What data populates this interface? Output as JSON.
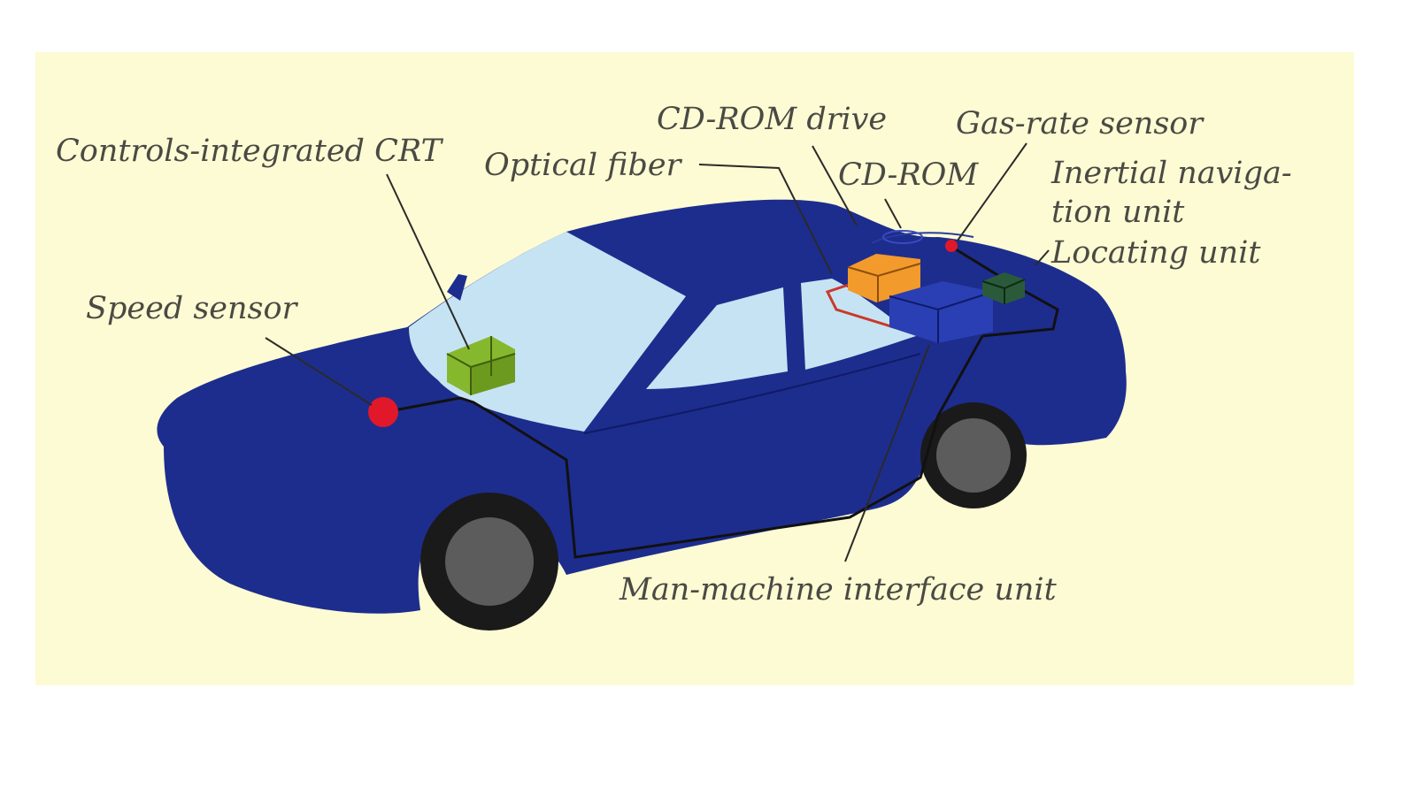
{
  "labels": {
    "controls_crt": "Controls-integrated CRT",
    "optical_fiber": "Optical fiber",
    "cdrom_drive": "CD-ROM drive",
    "cdrom": "CD-ROM",
    "gas_rate_sensor": "Gas-rate sensor",
    "inertial_nav_line1": "Inertial naviga-",
    "inertial_nav_line2": "tion unit",
    "locating_unit": "Locating unit",
    "speed_sensor": "Speed sensor",
    "mmi_unit": "Man-machine interface unit"
  },
  "colors": {
    "background": "#fdfbd3",
    "car_body": "#1d2d8e",
    "glass": "#c6e3f3",
    "crt_unit": "#86b82e",
    "cdrom_drive": "#f29a2b",
    "locating_unit": "#2a3fb3",
    "inertial_unit": "#2a5a3a",
    "sensor_red": "#e0182a",
    "tire": "#1a1a1a",
    "hubcap": "#5c5c5c"
  }
}
